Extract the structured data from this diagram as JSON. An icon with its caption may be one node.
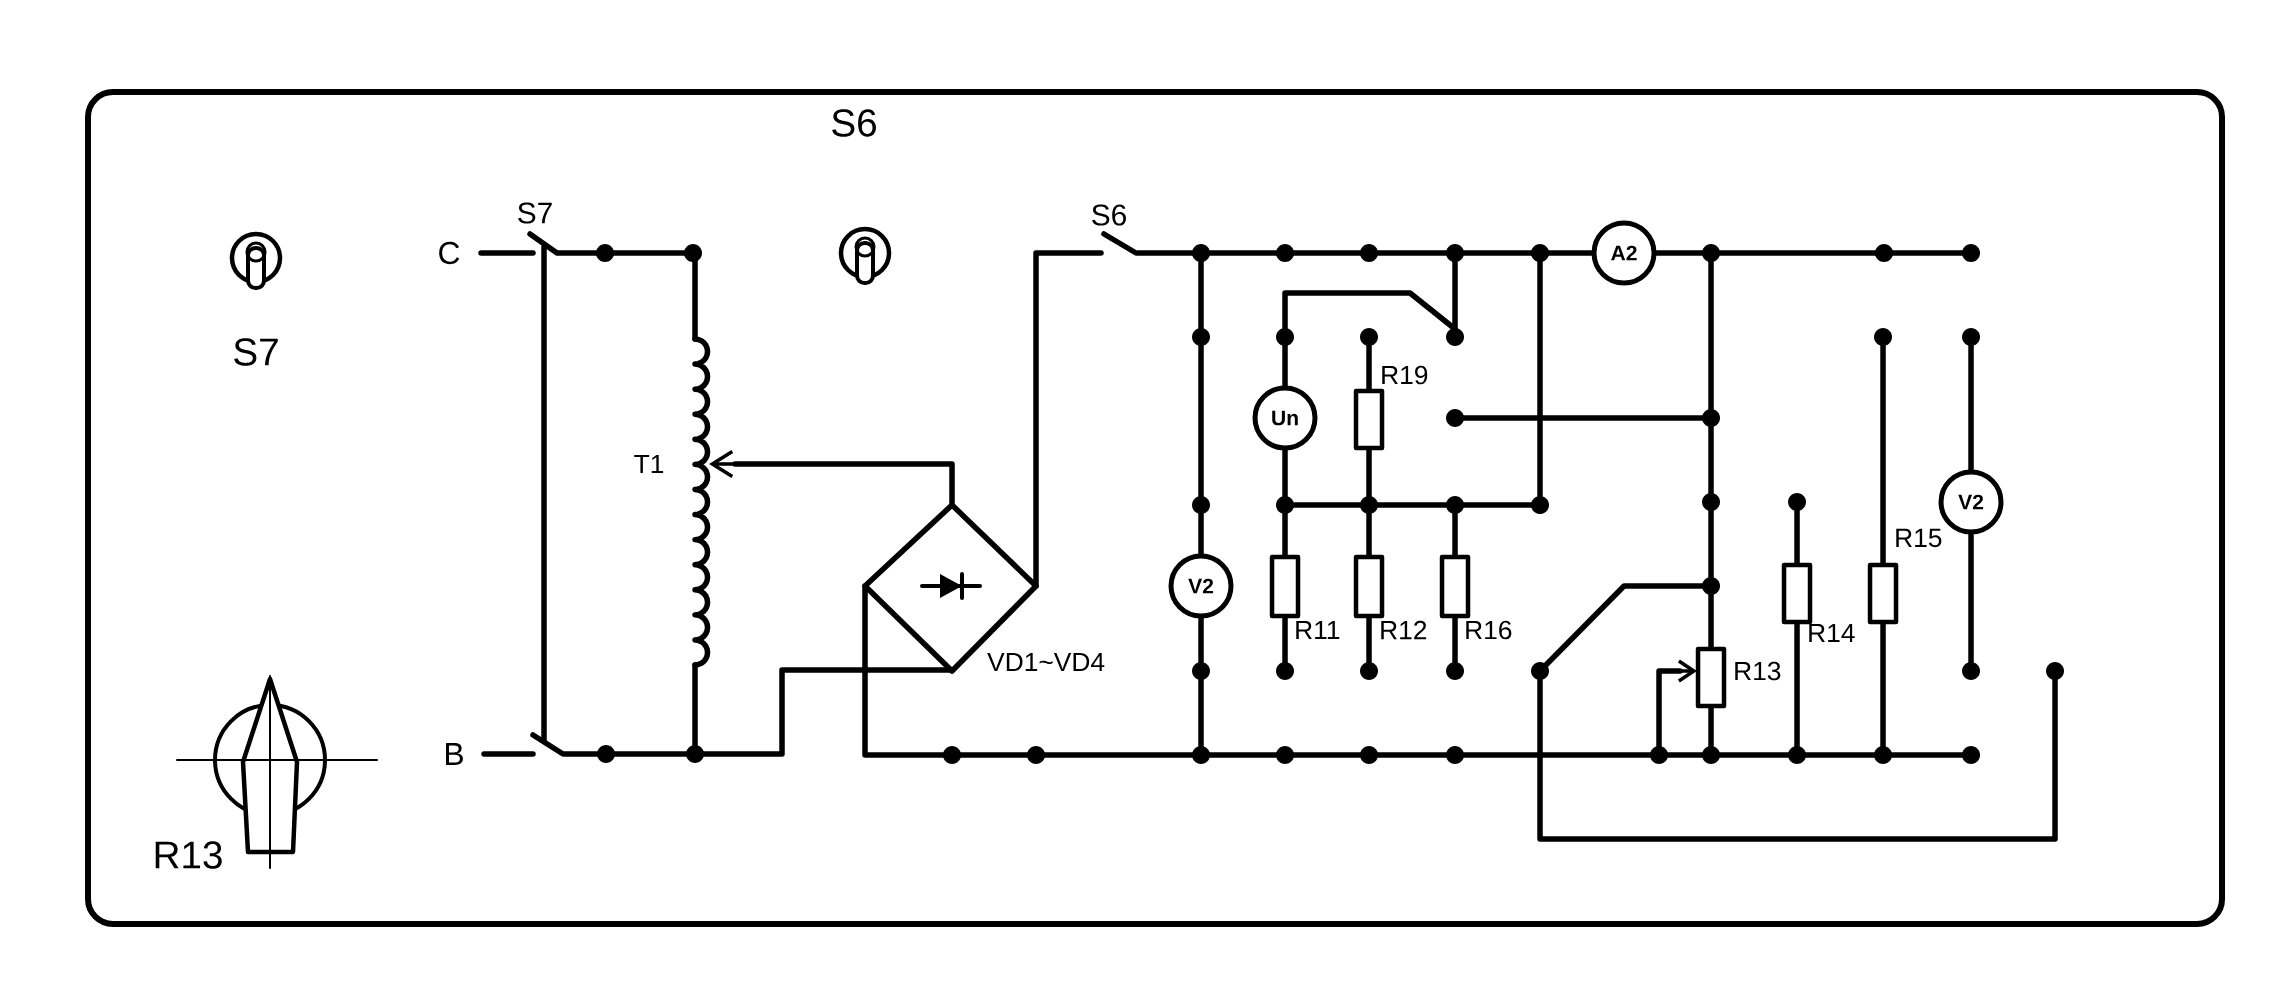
{
  "diagram": {
    "nodes": [
      {
        "text": [
          "V2"
        ]
      },
      {
        "text": [
          "Un"
        ]
      },
      {
        "text": [
          "A2"
        ]
      },
      {
        "text": [
          "V2"
        ]
      }
    ],
    "labels": [
      "S6",
      "S7",
      "S6",
      "C",
      "S7",
      "R19",
      "T1",
      "R15",
      "VD1~VD4",
      "R11",
      "R12",
      "R16",
      "R14",
      "R13",
      "B",
      "R13"
    ]
  }
}
